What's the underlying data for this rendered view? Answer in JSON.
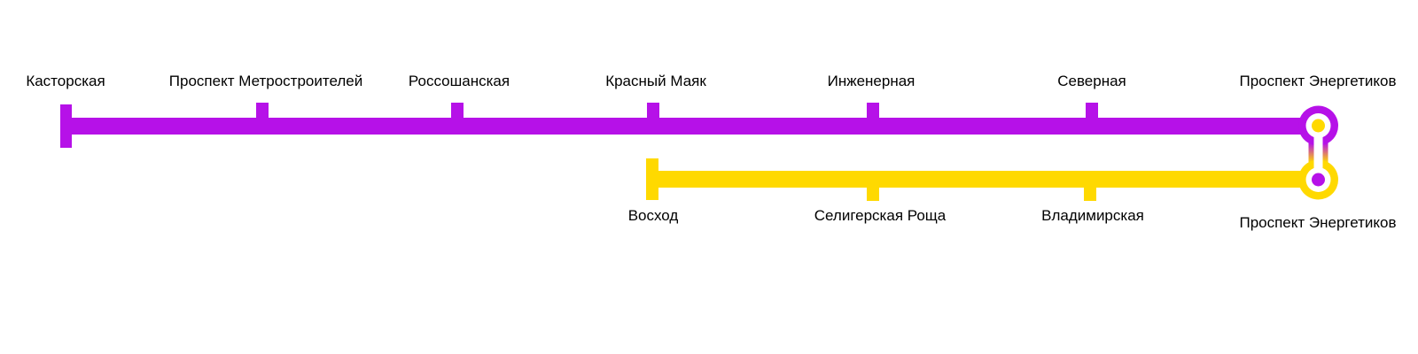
{
  "diagram": {
    "kind": "metro-line-scheme",
    "background": "#FFFFFF",
    "text_color": "#000000"
  },
  "colors": {
    "purple": "#B611E8",
    "yellow": "#FFD900",
    "white": "#FFFFFF"
  },
  "lines": [
    {
      "id": "purple-line",
      "color_key": "purple",
      "stations": [
        {
          "label": "Касторская",
          "terminal": true
        },
        {
          "label": "Проспект Метростроителей"
        },
        {
          "label": "Россошанская"
        },
        {
          "label": "Красный Маяк"
        },
        {
          "label": "Инженерная"
        },
        {
          "label": "Северная"
        },
        {
          "label": "Проспект Энергетиков",
          "transfer": true
        }
      ]
    },
    {
      "id": "yellow-line",
      "color_key": "yellow",
      "stations": [
        {
          "label": "Восход",
          "terminal": true
        },
        {
          "label": "Селигерская Роща"
        },
        {
          "label": "Владимирская"
        },
        {
          "label": "Проспект Энергетиков",
          "transfer": true
        }
      ]
    }
  ]
}
